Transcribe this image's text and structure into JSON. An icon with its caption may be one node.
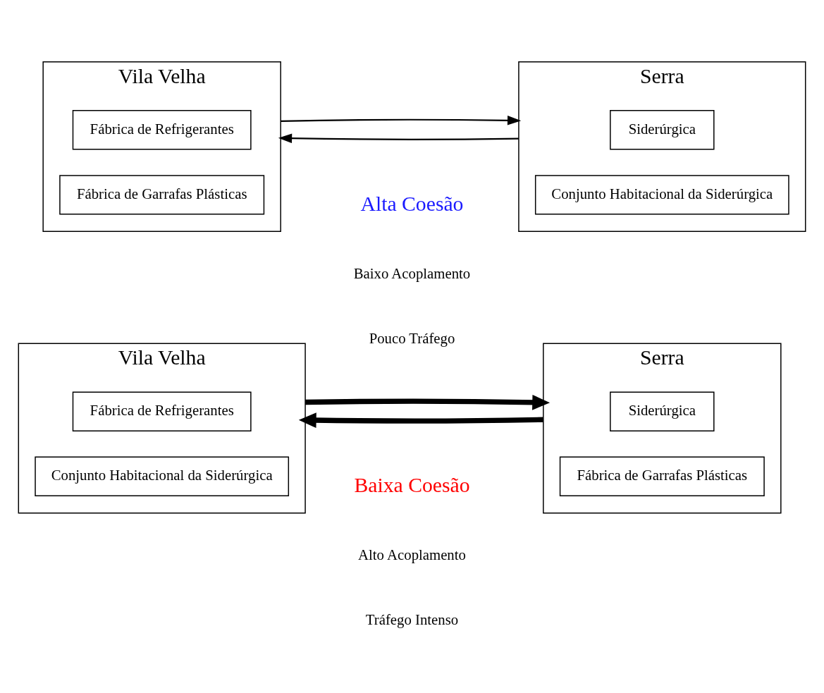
{
  "diagram": {
    "nodes": [
      {
        "text": [
          "Vila Velha"
        ]
      },
      {
        "text": [
          "Fábrica de Refrigerantes"
        ],
        "in": 0
      },
      {
        "text": [
          "Conjunto Habitacional da Siderúrgica"
        ],
        "in": 0
      },
      {
        "text": [
          "Serra"
        ]
      },
      {
        "text": [
          "Siderúrgica"
        ],
        "in": 3
      },
      {
        "text": [
          "Fábrica de Garrafas Plásticas"
        ],
        "in": 3
      },
      {
        "text": [
          "Vila Velha"
        ]
      },
      {
        "text": [
          "Fábrica de Refrigerantes"
        ],
        "in": 6
      },
      {
        "text": [
          "Fábrica de Garrafas Plásticas"
        ],
        "in": 6
      },
      {
        "text": [
          "Serra"
        ]
      },
      {
        "text": [
          "Siderúrgica"
        ],
        "in": 9
      },
      {
        "text": [
          "Conjunto Habitacional da Siderúrgica"
        ],
        "in": 9
      }
    ],
    "edges": [
      {
        "from": 3,
        "to": 0,
        "arrow": "to",
        "style": "thick"
      },
      {
        "from": 0,
        "to": 3,
        "arrow": "to",
        "style": "thick"
      },
      {
        "from": 9,
        "to": 6,
        "arrow": "to"
      },
      {
        "from": 6,
        "to": 9,
        "arrow": "to"
      }
    ],
    "labels": [
      "Baixa Coesão",
      "Alto Acoplamento",
      "Tráfego Intenso",
      "Alta Coesão",
      "Baixo Acoplamento",
      "Pouco Tráfego"
    ]
  }
}
